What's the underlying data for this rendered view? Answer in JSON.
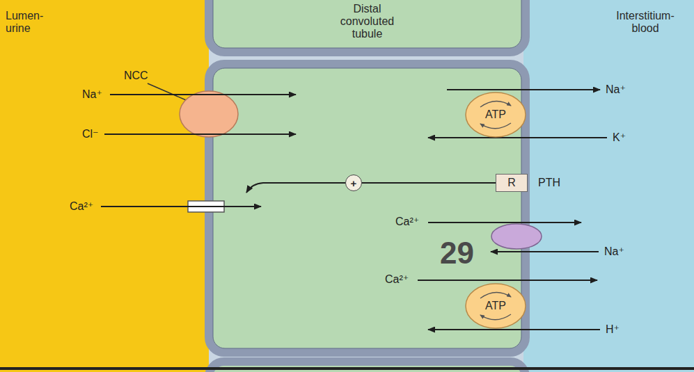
{
  "diagram": {
    "nodes": [
      {
        "text": [
          "Lumen- urine"
        ]
      },
      {
        "text": [
          "Interstitium- blood"
        ]
      },
      {
        "text": [
          "Distal convoluted tubule"
        ]
      },
      {
        "text": [
          "ATP"
        ]
      },
      {
        "text": [
          "+"
        ]
      },
      {
        "text": [
          "R"
        ]
      },
      {
        "text": [
          "ATP"
        ]
      }
    ],
    "edges": [
      {
        "from": 5,
        "to": 4,
        "arrow": "none"
      }
    ],
    "labels": [
      "NCC",
      "Na⁺",
      "Cl⁻",
      "Ca²⁺",
      "Na⁺",
      "K⁺",
      "PTH",
      "Ca²⁺",
      "Na⁺",
      "Ca²⁺",
      "H⁺",
      "29"
    ]
  }
}
